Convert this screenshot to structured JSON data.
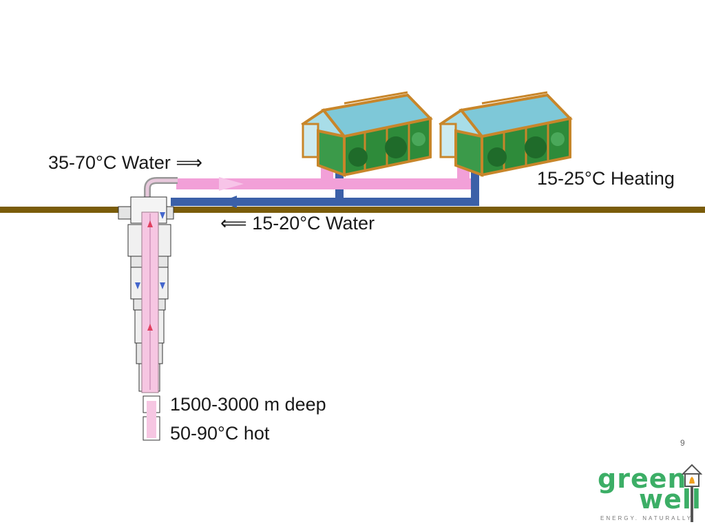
{
  "labels": {
    "hot_water_out": "35-70°C Water ⟹",
    "heating": "15-25°C Heating",
    "cold_water_return": "⟸ 15-20°C Water",
    "well_depth": "1500-3000 m deep",
    "well_temperature": "50-90°C hot"
  },
  "page_number": "9",
  "logo": {
    "word_top": "green",
    "word_bottom": "well",
    "tagline": "ENERGY. NATURALLY."
  },
  "colors": {
    "ground": "#7a5c0a",
    "hot_pipe": "#f2a0d8",
    "cold_pipe": "#3b60a8",
    "greenhouse_frame": "#c8862a",
    "greenhouse_glass": "#7ec8d8",
    "plants": "#2e8b3a",
    "brand_green": "#3cae66"
  },
  "icons": {
    "greenhouse": "greenhouse-icon",
    "well": "geothermal-well-icon",
    "logo_house": "house-icon"
  }
}
